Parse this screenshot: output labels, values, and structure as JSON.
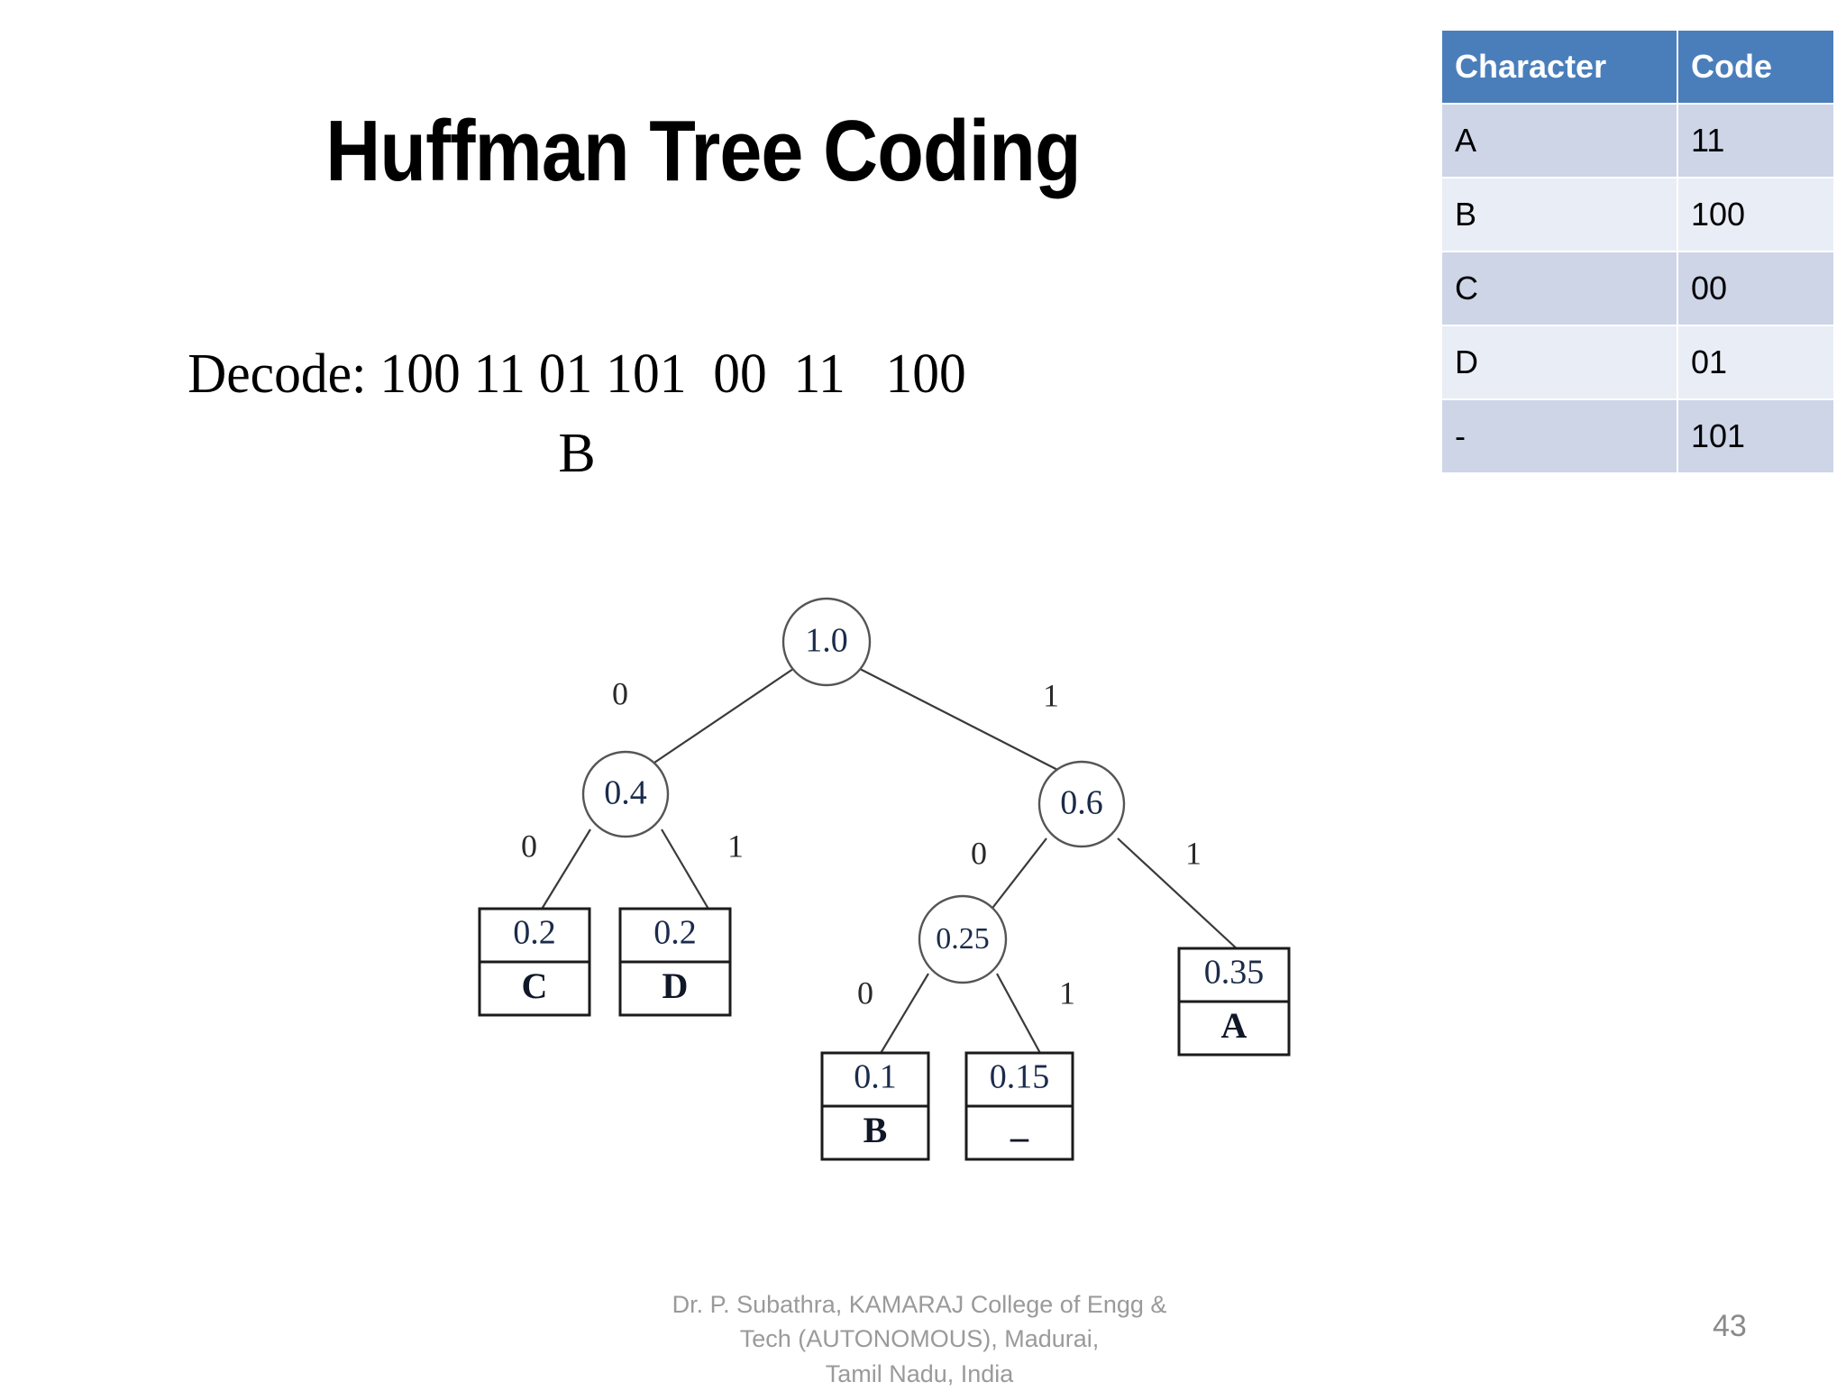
{
  "slide": {
    "title": "Huffman Tree Coding",
    "page_number": "43"
  },
  "decode": {
    "label_and_bits": "Decode: 100 11 01 101  00  11   100",
    "answer": "B"
  },
  "code_table": {
    "headers": [
      "Character",
      "Code"
    ],
    "rows": [
      {
        "character": "A",
        "code": "11"
      },
      {
        "character": "B",
        "code": "100"
      },
      {
        "character": "C",
        "code": "00"
      },
      {
        "character": "D",
        "code": "01"
      },
      {
        "character": "-",
        "code": "101"
      }
    ],
    "header_color": "#4A7EBB",
    "row_color_odd": "#CDD5E7",
    "row_color_even": "#E9EDF5"
  },
  "tree": {
    "root": {
      "value": "1.0"
    },
    "internal": [
      {
        "id": "n04",
        "value": "0.4"
      },
      {
        "id": "n06",
        "value": "0.6"
      },
      {
        "id": "n025",
        "value": "0.25"
      }
    ],
    "leaves": [
      {
        "id": "leaf-c",
        "value": "0.2",
        "character": "C"
      },
      {
        "id": "leaf-d",
        "value": "0.2",
        "character": "D"
      },
      {
        "id": "leaf-b",
        "value": "0.1",
        "character": "B"
      },
      {
        "id": "leaf-space",
        "value": "0.15",
        "character": "_"
      },
      {
        "id": "leaf-a",
        "value": "0.35",
        "character": "A"
      }
    ],
    "edge_labels": {
      "root_left": "0",
      "root_right": "1",
      "n04_left": "0",
      "n04_right": "1",
      "n06_left": "0",
      "n06_right": "1",
      "n025_left": "0",
      "n025_right": "1"
    }
  },
  "footer": {
    "line1": "Dr. P. Subathra, KAMARAJ College of Engg &",
    "line2": "Tech (AUTONOMOUS), Madurai,",
    "line3": "Tamil Nadu, India"
  }
}
